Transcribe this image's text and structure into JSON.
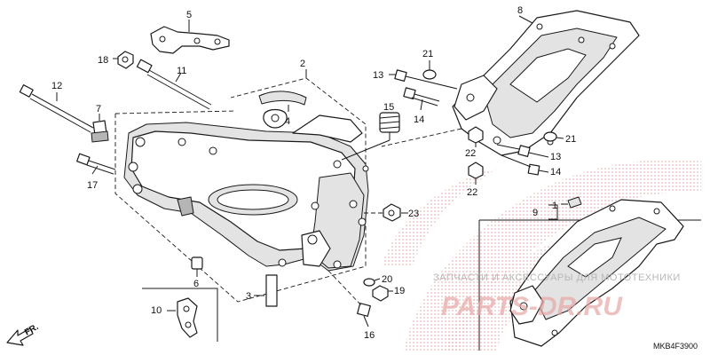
{
  "diagram": {
    "callouts": {
      "c1": "1",
      "c2": "2",
      "c3": "3",
      "c4": "4",
      "c5": "5",
      "c6": "6",
      "c7": "7",
      "c8": "8",
      "c9": "9",
      "c10": "10",
      "c11": "11",
      "c12": "12",
      "c13a": "13",
      "c13b": "13",
      "c14a": "14",
      "c14b": "14",
      "c16": "16",
      "c17": "17",
      "c18": "18",
      "c19": "19",
      "c20": "20",
      "c21a": "21",
      "c21b": "21",
      "c22a": "22",
      "c22b": "22",
      "c23": "23"
    },
    "direction_label": "FR.",
    "diagram_code": "MKB4F3900",
    "watermark_text": "ЗАПЧАСТИ И АКСЕССУАРЫ ДЛЯ МОТОТЕХНИКИ",
    "watermark_logo": "PARTS-DR.RU",
    "background_emblem": "honda-wing-emblem",
    "colors": {
      "line": "#1a1a1a",
      "shade": "#e3e3e3",
      "emblem_dots": "#ebb9b9",
      "watermark_logo": "#e8a8a8"
    }
  }
}
